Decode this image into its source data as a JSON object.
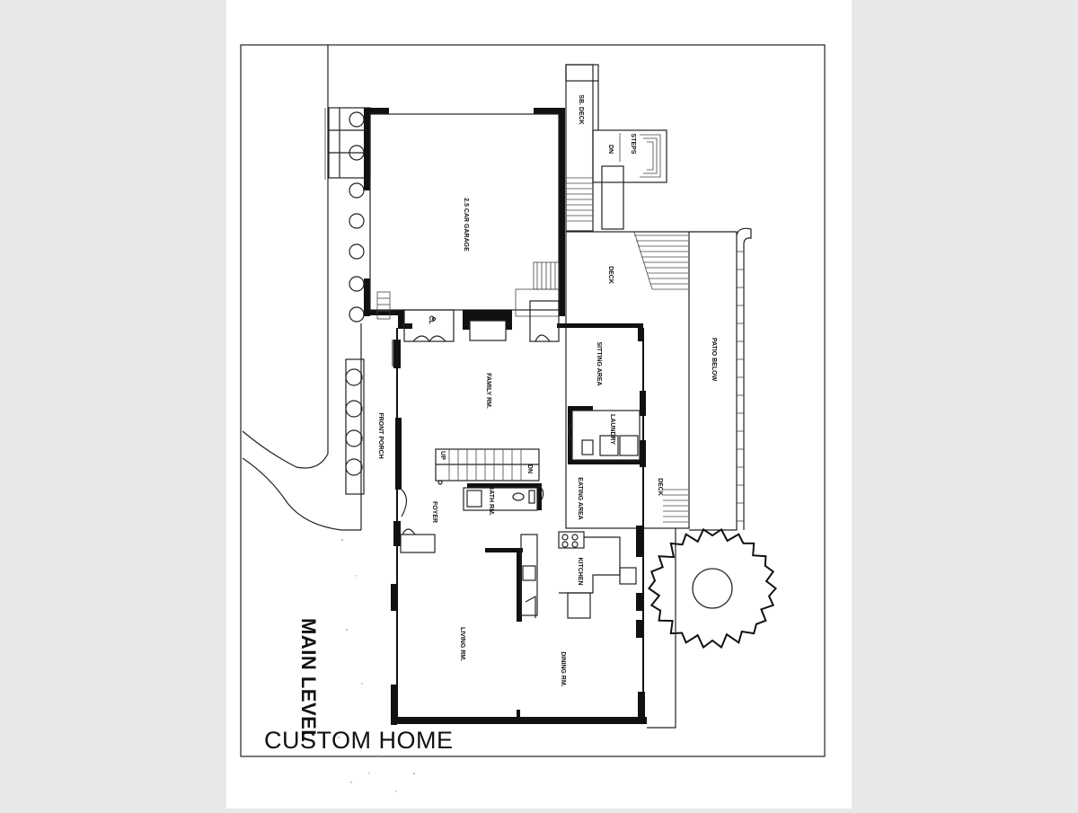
{
  "title": "CUSTOM HOME",
  "level_label": "MAIN LEVEL",
  "rooms": {
    "garage": "2.5 CAR GARAGE",
    "sb_deck": "SB. DECK",
    "steps": "STEPS",
    "dn": "DN",
    "deck_upper": "DECK",
    "patio_below": "PATIO BELOW",
    "cl": "CL",
    "family_rm": "FAMILY RM.",
    "sitting_area": "SITTING AREA",
    "laundry": "LAUNDRY",
    "front_porch": "FRONT PORCH",
    "up": "UP",
    "dn_stair": "DN",
    "bath_rm": "BATH RM.",
    "eating_area": "EATING AREA",
    "deck_lower": "DECK",
    "foyer": "FOYER",
    "kitchen": "KITCHEN",
    "living_rm": "LIVING RM.",
    "dining_rm": "DINING RM."
  }
}
